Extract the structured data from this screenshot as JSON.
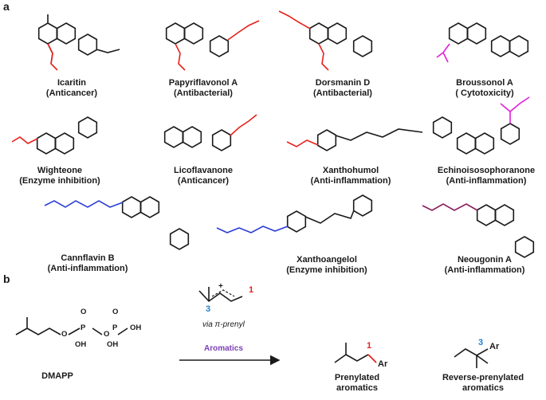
{
  "panel_a": "a",
  "panel_b": "b",
  "compounds": [
    {
      "name": "Icaritin",
      "activity": "(Anticancer)"
    },
    {
      "name": "Papyriflavonol A",
      "activity": "(Antibacterial)"
    },
    {
      "name": "Dorsmanin D",
      "activity": "(Antibacterial)"
    },
    {
      "name": "Broussonol A",
      "activity": "( Cytotoxicity)"
    },
    {
      "name": "Wighteone",
      "activity": "(Enzyme inhibition)"
    },
    {
      "name": "Licoflavanone",
      "activity": "(Anticancer)"
    },
    {
      "name": "Xanthohumol",
      "activity": "(Anti-inflammation)"
    },
    {
      "name": "Echinoisosophoranone",
      "activity": "(Anti-inflammation)"
    },
    {
      "name": "Cannflavin B",
      "activity": "(Anti-inflammation)"
    },
    {
      "name": "Xanthoangelol",
      "activity": "(Enzyme inhibition)"
    },
    {
      "name": "Neougonin A",
      "activity": "(Anti-inflammation)"
    }
  ],
  "atoms": {
    "OH": "OH",
    "O": "O",
    "P": "P"
  },
  "scheme": {
    "dmapp": "DMAPP",
    "via": "via π-prenyl",
    "reagent": "Aromatics",
    "position_1": "1",
    "position_3": "3",
    "plus": "+",
    "ar": "Ar",
    "prenylated": "Prenylated",
    "prenylated_2": "aromatics",
    "reverse": "Reverse-prenylated",
    "reverse_2": "aromatics"
  },
  "colors": {
    "prenyl": "#e8211b",
    "reverse_prenyl": "#e020d8",
    "geranyl": "#2b3ed6",
    "neougonin_chain": "#8a1a5a",
    "aromatics_text": "#7a3fb4",
    "position_1": "#e8211b",
    "position_3": "#1f7fd0"
  }
}
